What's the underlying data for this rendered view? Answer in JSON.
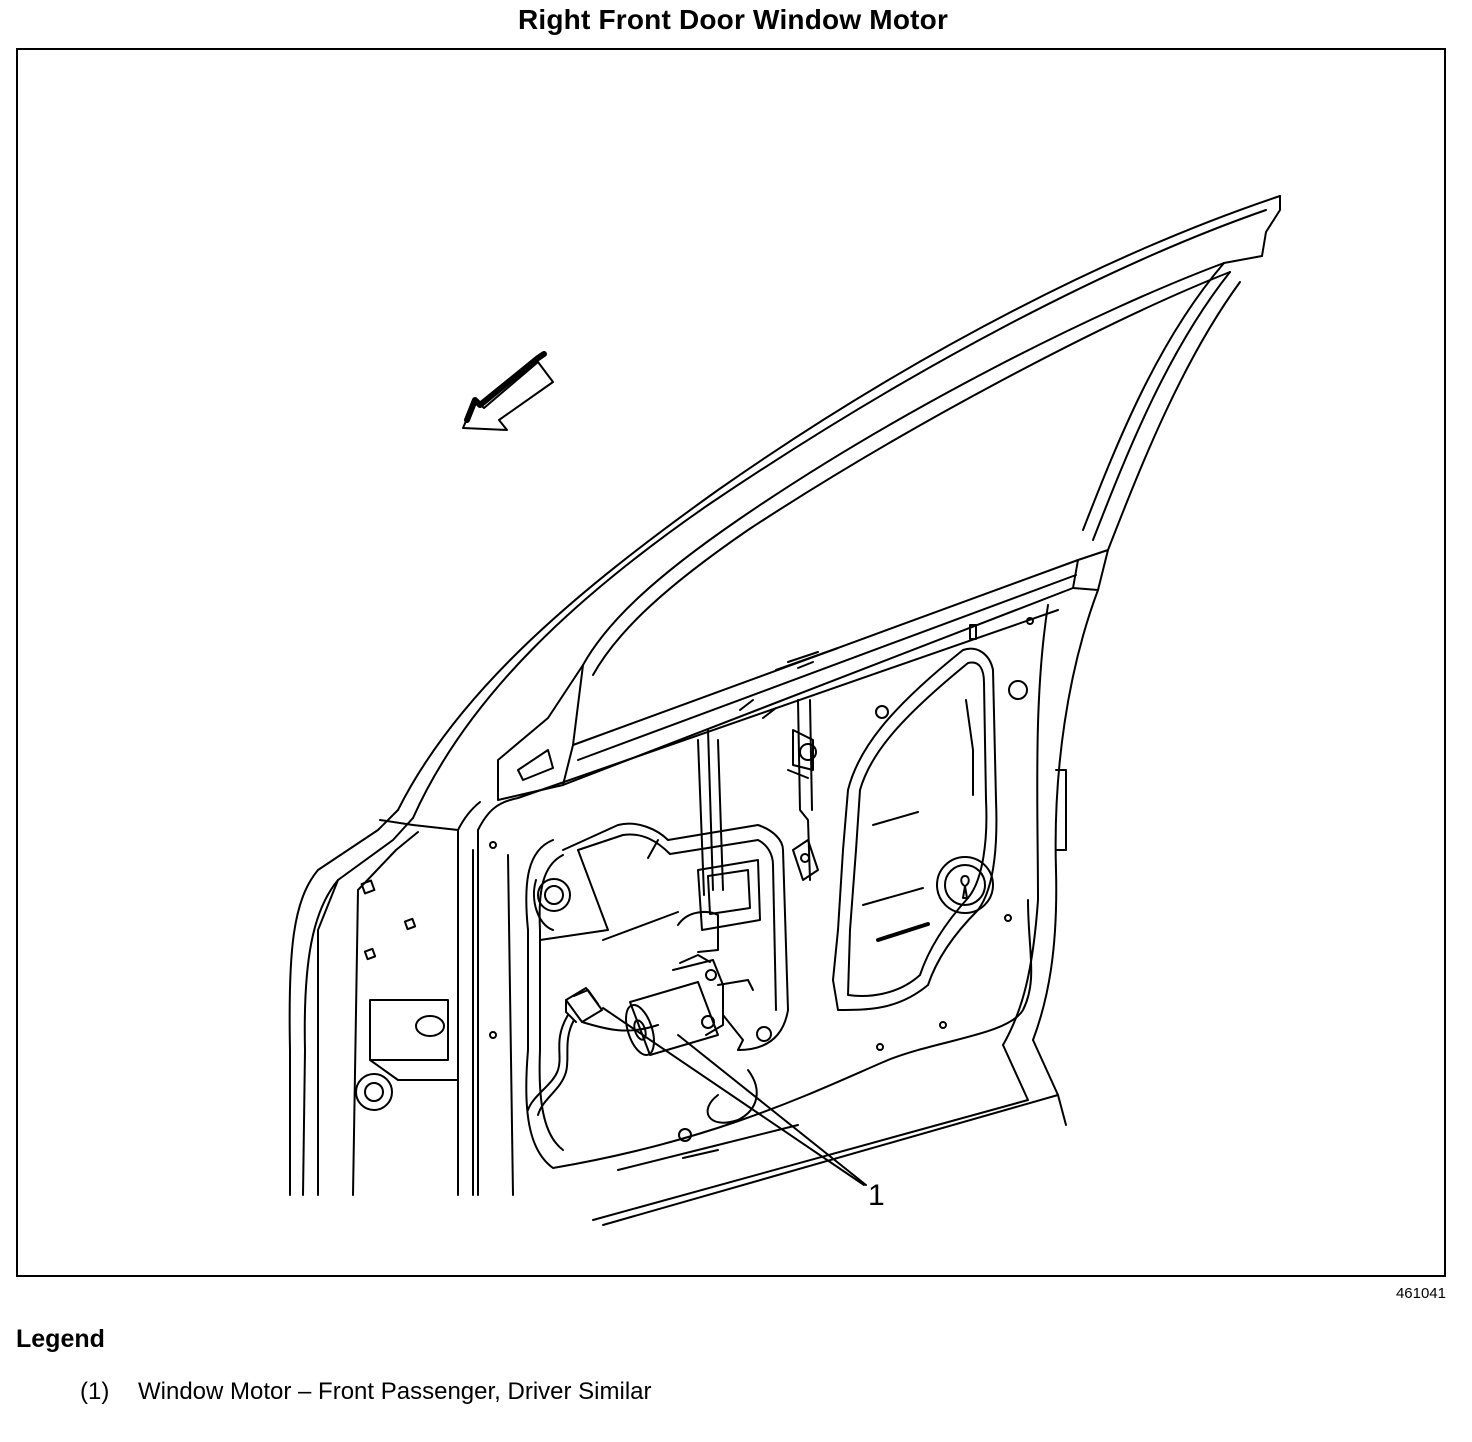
{
  "title": "Right Front Door Window Motor",
  "figure_id": "461041",
  "callout": "1",
  "legend": {
    "heading": "Legend",
    "items": [
      {
        "number": "(1)",
        "text": "Window Motor – Front Passenger, Driver Similar"
      }
    ]
  }
}
